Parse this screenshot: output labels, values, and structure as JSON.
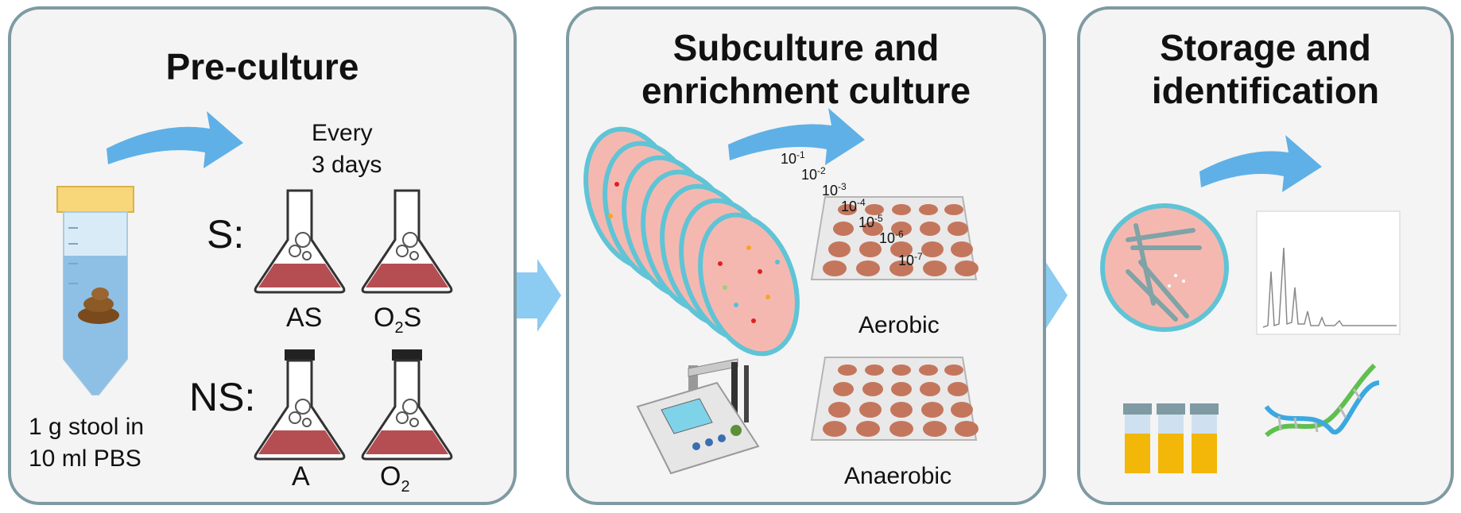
{
  "panels": [
    {
      "title": "Pre-culture"
    },
    {
      "title_line1": "Subculture and",
      "title_line2": "enrichment culture"
    },
    {
      "title_line1": "Storage and",
      "title_line2": "identification"
    }
  ],
  "preculture": {
    "every_line1": "Every",
    "every_line2": "3 days",
    "row_s": "S:",
    "row_ns": "NS:",
    "flask_as": "AS",
    "flask_o2s_base": "O",
    "flask_o2s_sub": "2",
    "flask_o2s_tail": "S",
    "flask_a": "A",
    "flask_o2_base": "O",
    "flask_o2_sub": "2",
    "tube_line1": "1 g stool  in",
    "tube_line2": "10 ml PBS"
  },
  "subculture": {
    "dilution_base": "10",
    "dilution_exponents": [
      "-1",
      "-2",
      "-3",
      "-4",
      "-5",
      "-6",
      "-7"
    ],
    "aerobic": "Aerobic",
    "anaerobic": "Anaerobic"
  },
  "colors": {
    "panel_border": "#7f9aa3",
    "arrow_blue": "#5fb0e6",
    "petri_rim": "#5fc4d6",
    "agar_pink": "#f5b8b0",
    "plate_well": "#c4765c",
    "tube_yellow": "#f2b708"
  }
}
